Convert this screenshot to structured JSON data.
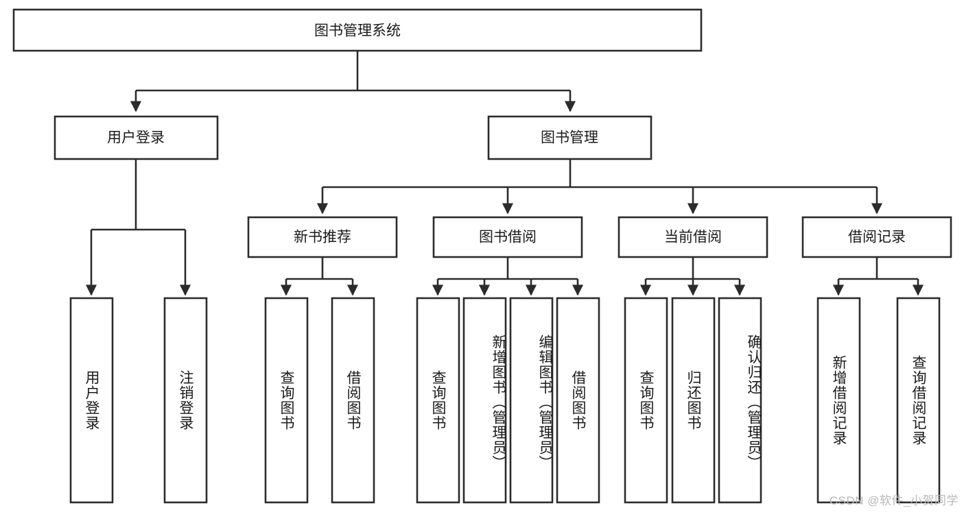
{
  "diagram": {
    "type": "tree",
    "title": "图书管理系统",
    "watermark": "CSDN @软件_小贺同学",
    "colors": {
      "background": "#ffffff",
      "stroke": "#2b2b2b",
      "text": "#1a1a1a",
      "watermark": "#b8b8b8"
    },
    "root": {
      "label": "图书管理系统"
    },
    "level1": [
      {
        "label": "用户登录"
      },
      {
        "label": "图书管理"
      }
    ],
    "level2": [
      {
        "label": "新书推荐"
      },
      {
        "label": "图书借阅"
      },
      {
        "label": "当前借阅"
      },
      {
        "label": "借阅记录"
      }
    ],
    "leaves": {
      "user_login": [
        {
          "label": "用户登录"
        },
        {
          "label": "注销登录"
        }
      ],
      "new_book_recommend": [
        {
          "label": "查询图书"
        },
        {
          "label": "借阅图书"
        }
      ],
      "book_borrow": [
        {
          "label": "查询图书"
        },
        {
          "label": "新增图书（管理员）"
        },
        {
          "label": "编辑图书（管理员）"
        },
        {
          "label": "借阅图书"
        }
      ],
      "current_borrow": [
        {
          "label": "查询图书"
        },
        {
          "label": "归还图书"
        },
        {
          "label": "确认归还（管理员）"
        }
      ],
      "borrow_record": [
        {
          "label": "新增借阅记录"
        },
        {
          "label": "查询借阅记录"
        }
      ]
    }
  }
}
